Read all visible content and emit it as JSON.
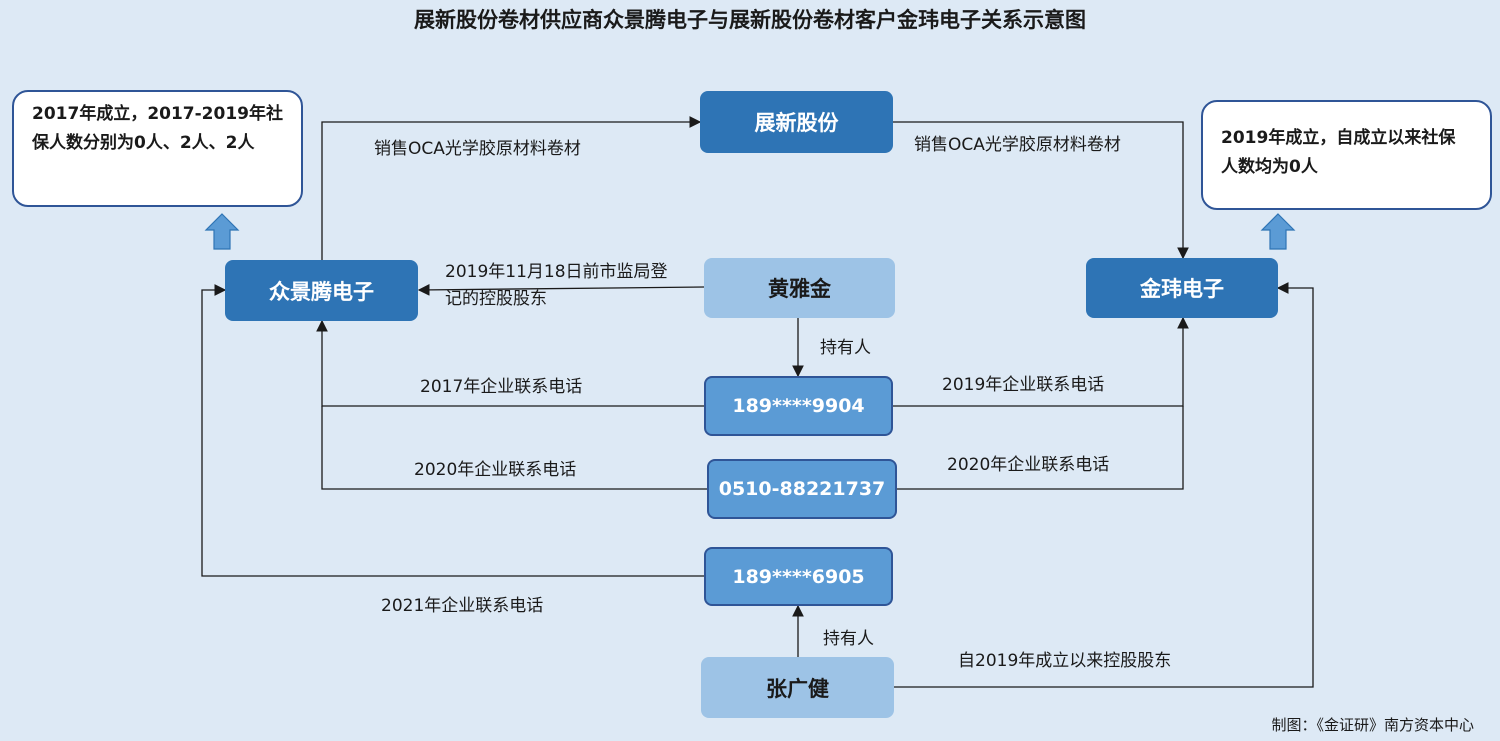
{
  "title": "展新股份卷材供应商众景腾电子与展新股份卷材客户金玮电子关系示意图",
  "nodes": {
    "zhanxin": "展新股份",
    "zhongjingteng": "众景腾电子",
    "jinwei": "金玮电子",
    "huangyajin": "黄雅金",
    "zhangguangjian": "张广健",
    "phone_9904": "189****9904",
    "phone_landline": "0510-88221737",
    "phone_6905": "189****6905"
  },
  "info_boxes": {
    "zhongjingteng": "2017年成立，2017-2019年社保人数分别为0人、2人、2人",
    "jinwei": "2019年成立，自成立以来社保人数均为0人"
  },
  "edge_labels": {
    "sell_to_zhanxin": "销售OCA光学胶原材料卷材",
    "sell_to_jinwei": "销售OCA光学胶原材料卷材",
    "controlling_shareholder_2019": "2019年11月18日前市监局登记的控股股东",
    "holder_9904": "持有人",
    "phone_2017": "2017年企业联系电话",
    "phone_2019": "2019年企业联系电话",
    "phone_2020_left": "2020年企业联系电话",
    "phone_2020_right": "2020年企业联系电话",
    "phone_2021": "2021年企业联系电话",
    "holder_6905": "持有人",
    "controlling_since_2019": "自2019年成立以来控股股东"
  },
  "credit": "制图：《金证研》南方资本中心",
  "colors": {
    "background": "#dde9f5",
    "dark_node": "#2e74b5",
    "light_node": "#9dc3e6",
    "phone_node": "#5b9bd5",
    "line": "#1a1a1a"
  }
}
